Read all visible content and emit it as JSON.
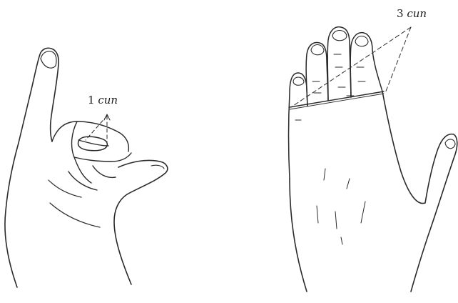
{
  "figures": [
    {
      "id": "thumb-measure",
      "label_number": "1",
      "label_unit": "cun"
    },
    {
      "id": "four-finger-measure",
      "label_number": "3",
      "label_unit": "cun"
    }
  ],
  "colors": {
    "ink": "#2a2a2a",
    "background": "#ffffff"
  }
}
